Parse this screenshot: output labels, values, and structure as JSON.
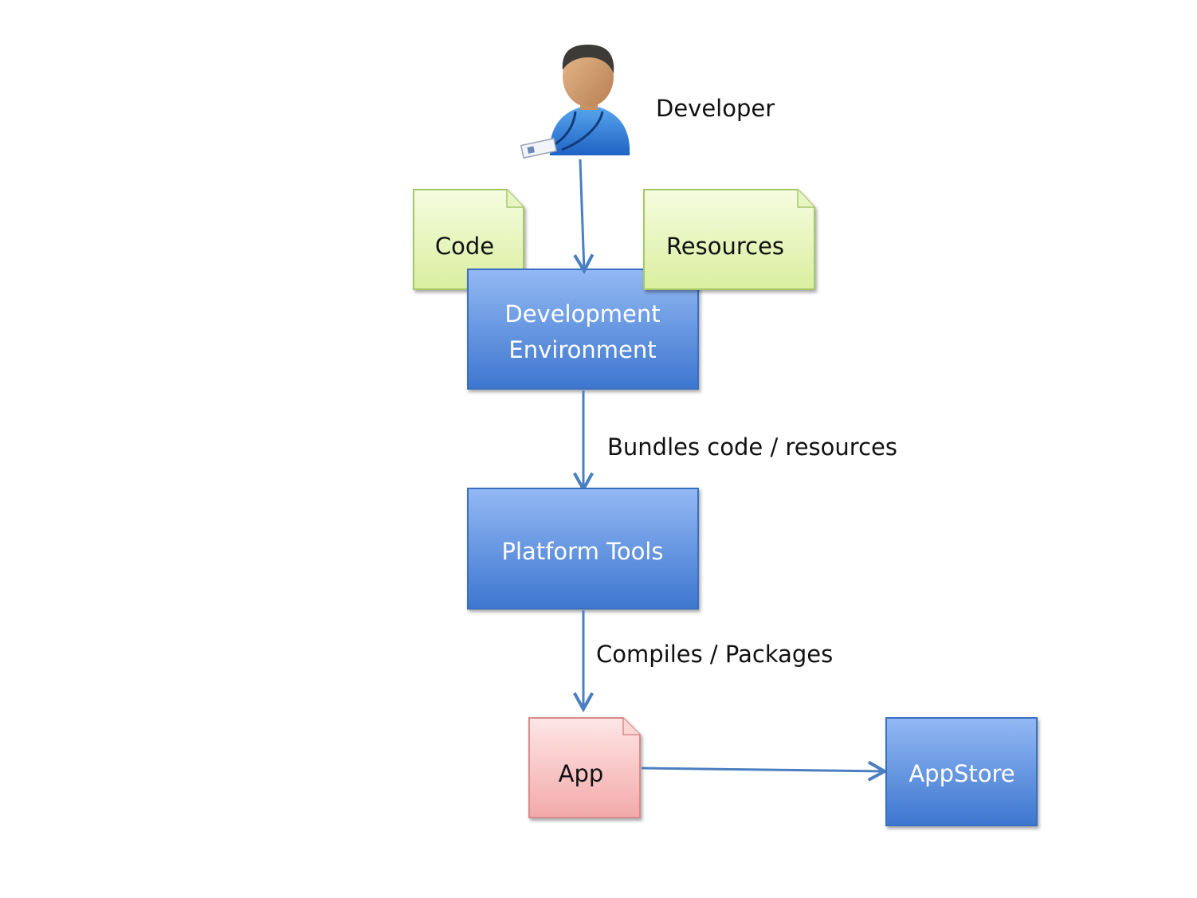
{
  "actor": {
    "label": "Developer",
    "icon": "developer-person-icon"
  },
  "inputs": {
    "code": "Code",
    "resources": "Resources"
  },
  "nodes": {
    "dev_env_line1": "Development",
    "dev_env_line2": "Environment",
    "platform_tools": "Platform Tools",
    "app": "App",
    "appstore": "AppStore"
  },
  "edges": {
    "bundles": "Bundles code / resources",
    "compiles": "Compiles / Packages"
  },
  "colors": {
    "blue_box_top": "#8fb6f2",
    "blue_box_bottom": "#3f78d0",
    "green_doc_top": "#f4fbd9",
    "green_doc_bottom": "#dcf0a6",
    "red_doc_top": "#fde0e0",
    "red_doc_bottom": "#f4aeae",
    "arrow": "#4a7fc1"
  }
}
